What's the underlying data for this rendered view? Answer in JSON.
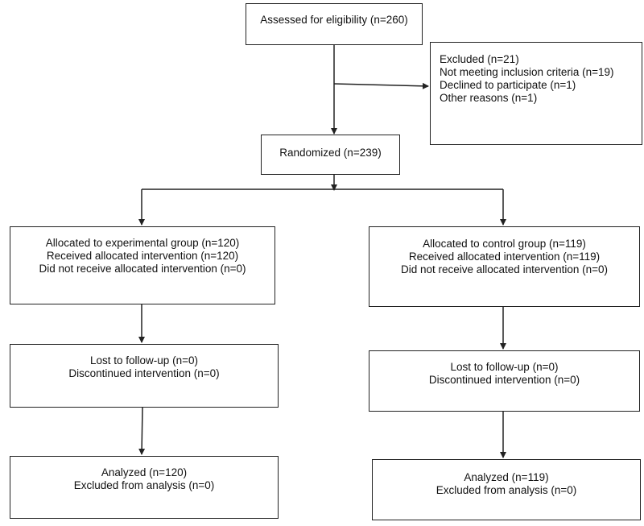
{
  "assessed": {
    "text": "Assessed for eligibility (n=260)"
  },
  "excluded": {
    "title": "Excluded (n=21)",
    "items": [
      "Not meeting inclusion criteria (n=19)",
      "Declined to participate (n=1)",
      "Other reasons (n=1)"
    ]
  },
  "randomized": {
    "text": "Randomized (n=239)"
  },
  "experimental": {
    "allocation": [
      "Allocated to experimental group (n=120)",
      "Received allocated intervention (n=120)",
      "Did not receive allocated intervention (n=0)"
    ],
    "followup": [
      "Lost to follow-up (n=0)",
      "Discontinued intervention (n=0)"
    ],
    "analysis": [
      "Analyzed (n=120)",
      "Excluded from analysis (n=0)"
    ]
  },
  "control": {
    "allocation": [
      "Allocated to control group (n=119)",
      "Received allocated intervention (n=119)",
      "Did not receive allocated intervention (n=0)"
    ],
    "followup": [
      "Lost to follow-up (n=0)",
      "Discontinued intervention (n=0)"
    ],
    "analysis": [
      "Analyzed (n=119)",
      "Excluded from analysis (n=0)"
    ]
  }
}
